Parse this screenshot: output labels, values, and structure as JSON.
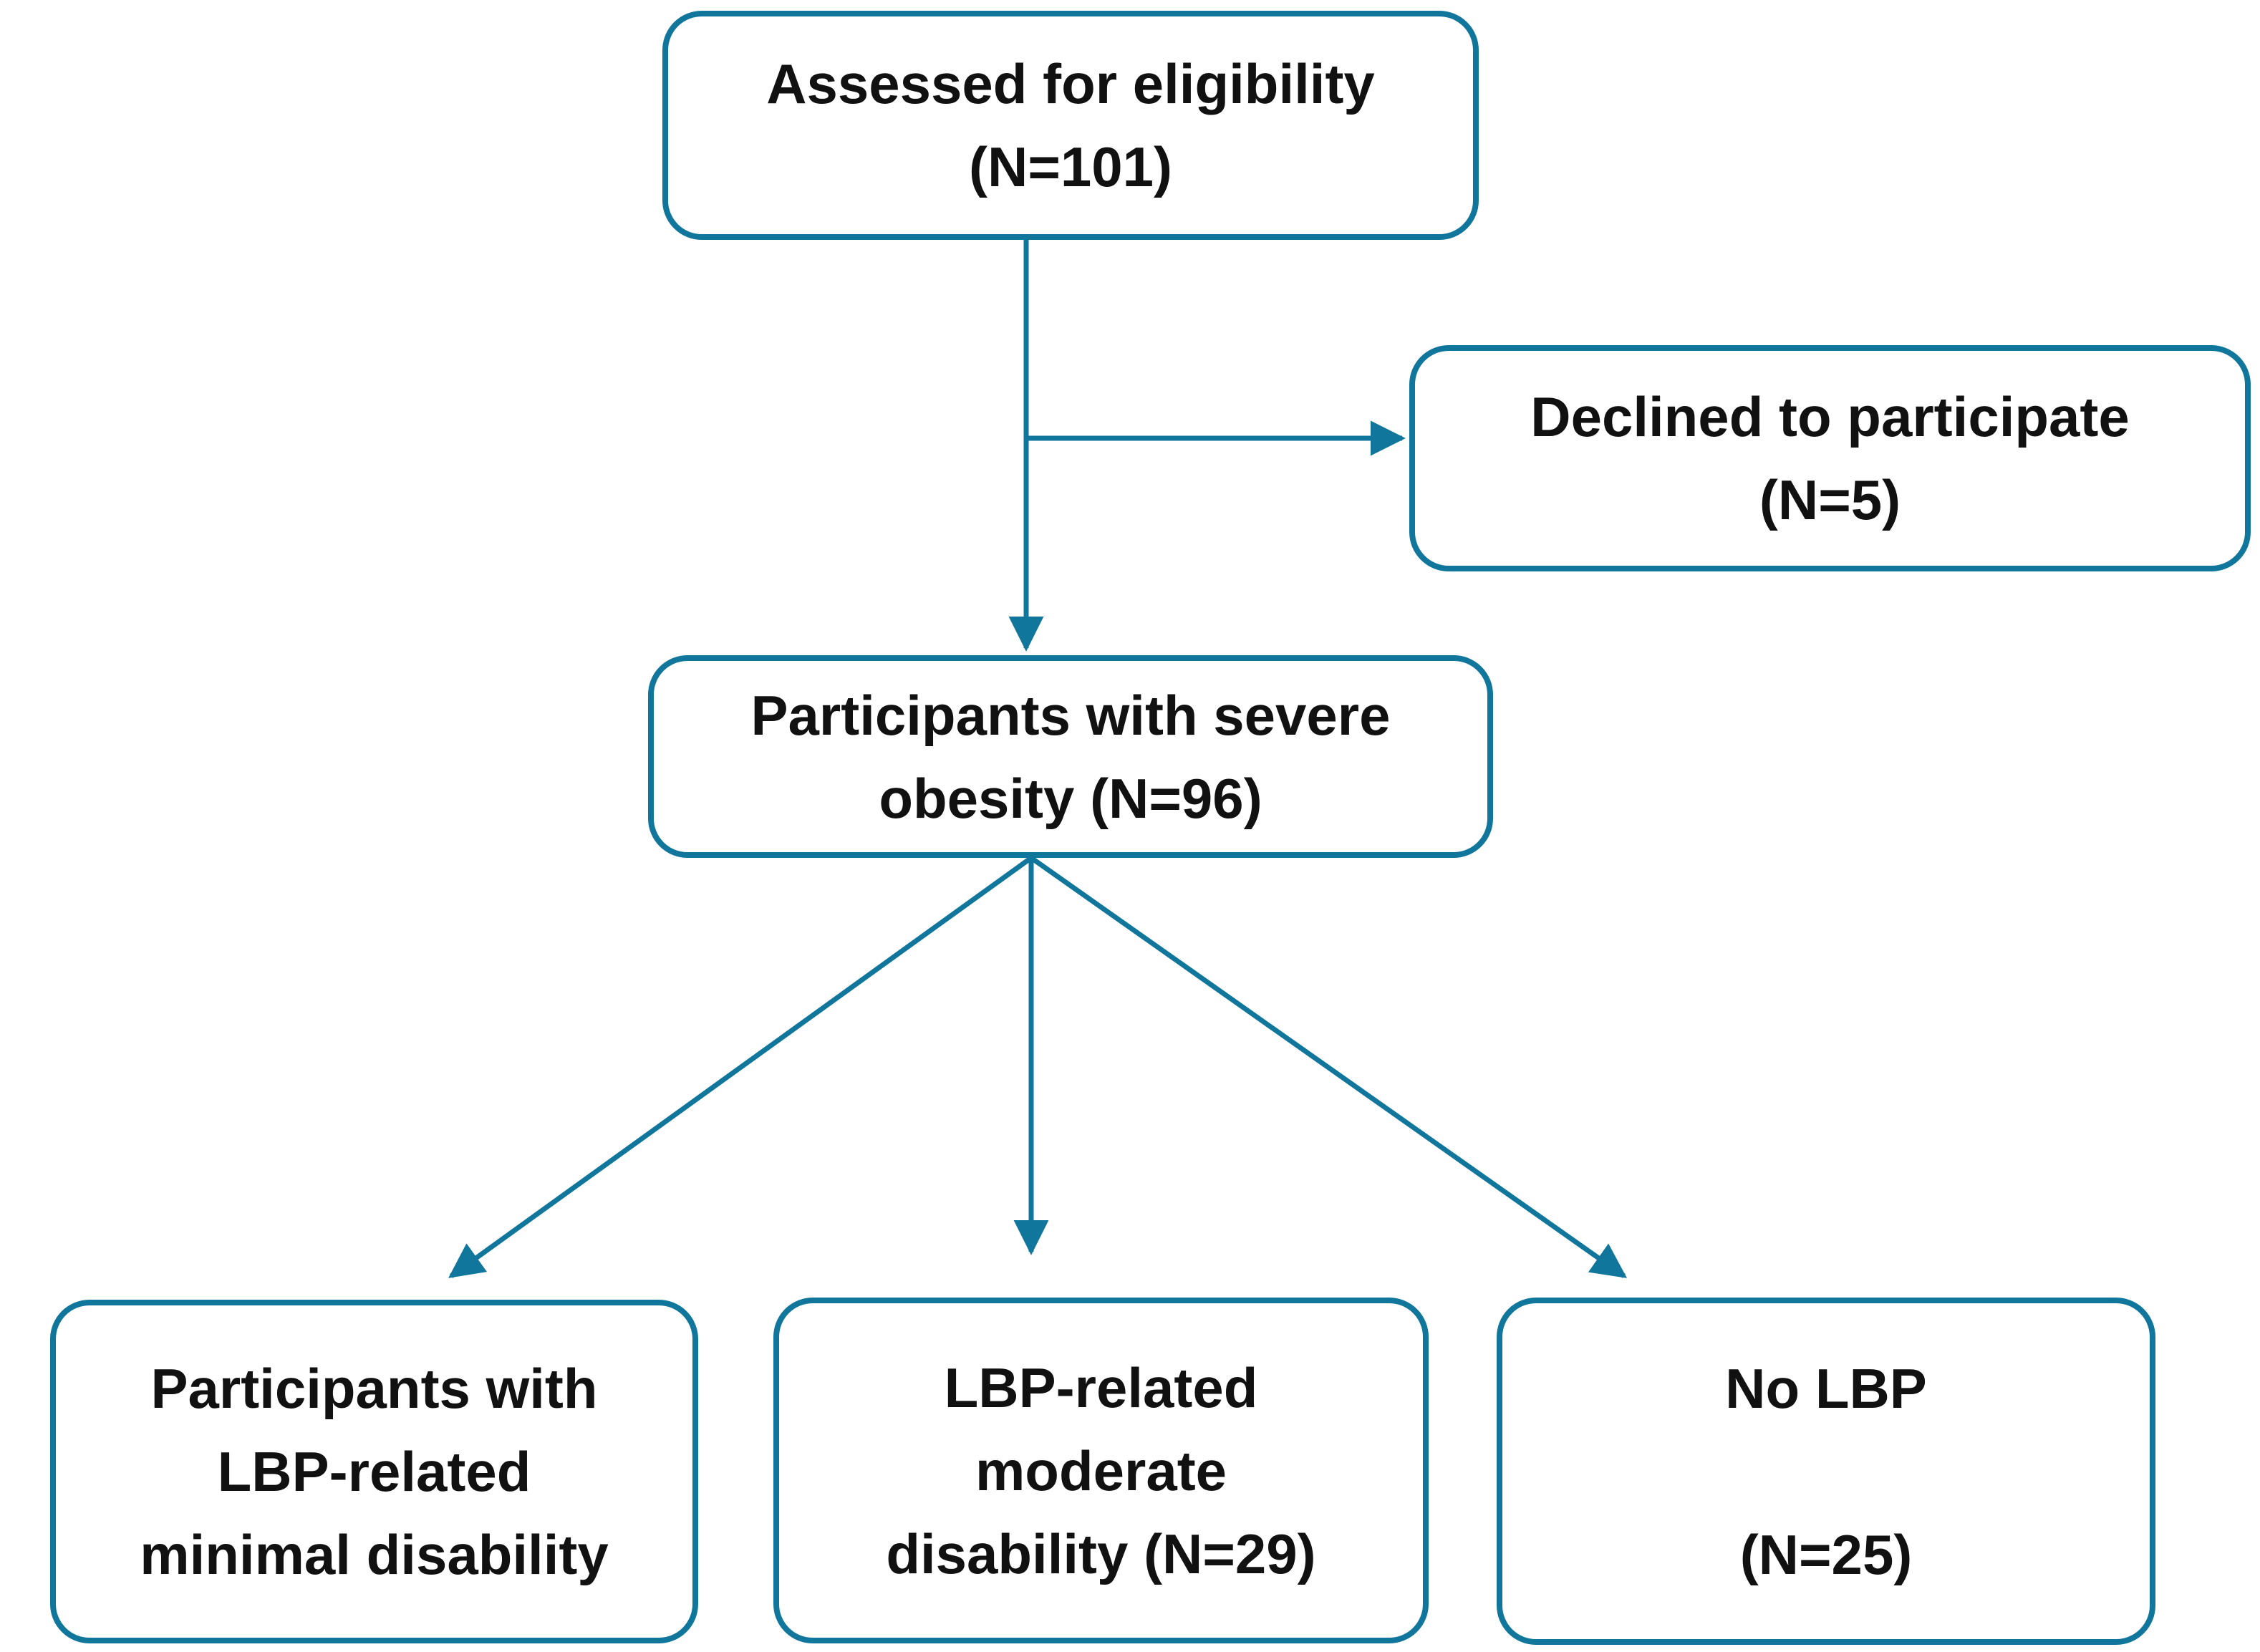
{
  "diagram": {
    "type": "flowchart",
    "background": "#ffffff",
    "accent_color": "#11769B",
    "text_color": "#111111",
    "nodes": [
      {
        "id": "assessed-eligibility",
        "lines": [
          "Assessed for eligibility",
          "(N=101)"
        ]
      },
      {
        "id": "declined-to-participate",
        "lines": [
          "Declined to participate",
          "(N=5)"
        ]
      },
      {
        "id": "severe-obesity",
        "lines": [
          "Participants with severe",
          "obesity (N=96)"
        ]
      },
      {
        "id": "minimal-disability",
        "lines": [
          "Participants with",
          "LBP-related",
          "minimal disability"
        ]
      },
      {
        "id": "moderate-disability",
        "lines": [
          "LBP-related",
          "moderate",
          "disability (N=29)"
        ]
      },
      {
        "id": "no-lbp",
        "lines": [
          "No LBP",
          "",
          "(N=25)"
        ]
      }
    ],
    "edges": [
      {
        "from": "assessed-eligibility",
        "to": "severe-obesity"
      },
      {
        "from": "assessed-eligibility",
        "to": "declined-to-participate"
      },
      {
        "from": "severe-obesity",
        "to": "minimal-disability"
      },
      {
        "from": "severe-obesity",
        "to": "moderate-disability"
      },
      {
        "from": "severe-obesity",
        "to": "no-lbp"
      }
    ]
  }
}
